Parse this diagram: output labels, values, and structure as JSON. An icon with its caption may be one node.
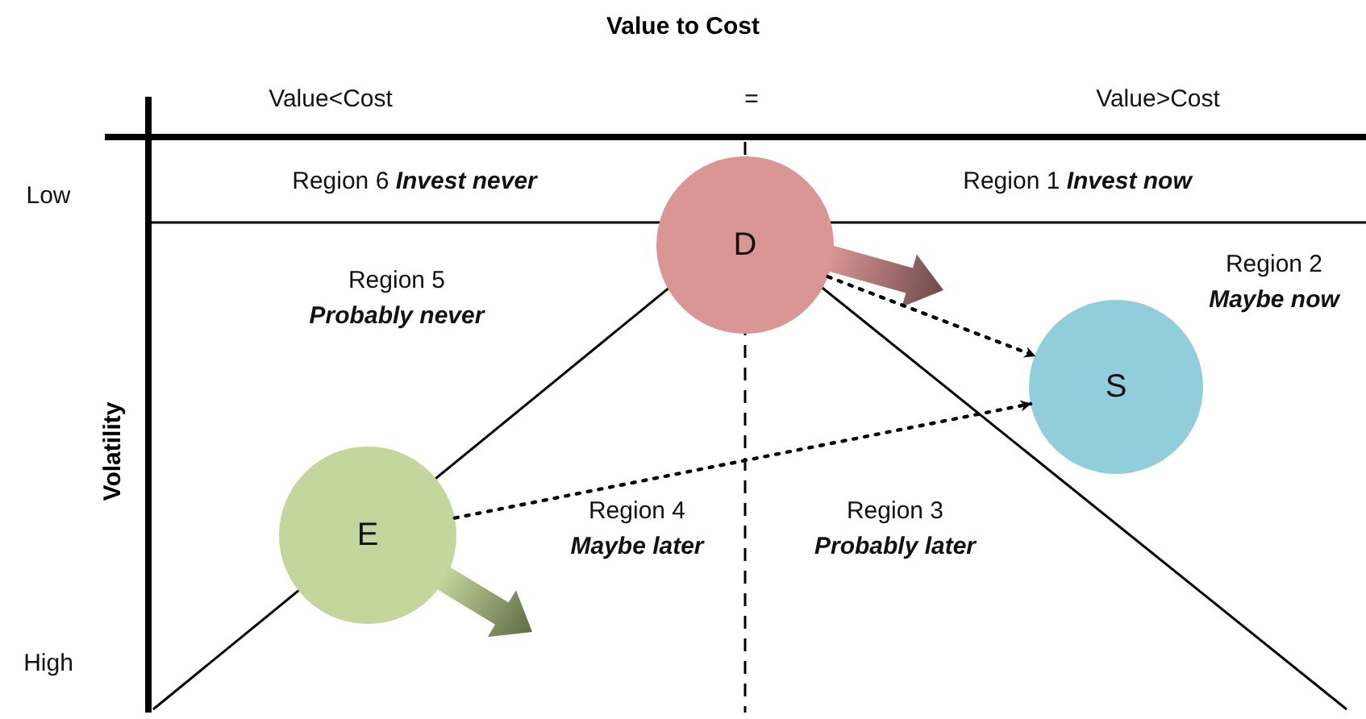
{
  "diagram": {
    "title": "Value to Cost",
    "nodes": [
      {
        "text": [
          "D"
        ]
      },
      {
        "text": [
          "S"
        ]
      },
      {
        "text": [
          "E"
        ]
      }
    ],
    "edges": [
      {
        "from": 0,
        "to": 1,
        "arrow": "to",
        "style": "dashed"
      },
      {
        "from": 2,
        "to": 1,
        "arrow": "to",
        "style": "dashed"
      }
    ],
    "labels": [
      "Value<Cost",
      "=",
      "Value>Cost",
      "Low",
      "Region 6 **Invest never**",
      "Region 1 **Invest now**",
      "Region 5 **Probably never**",
      "Region 2 **Maybe now**",
      "Volatility",
      "Region 4 **Maybe later**",
      "Region 3 **Probably later**",
      "High"
    ]
  }
}
